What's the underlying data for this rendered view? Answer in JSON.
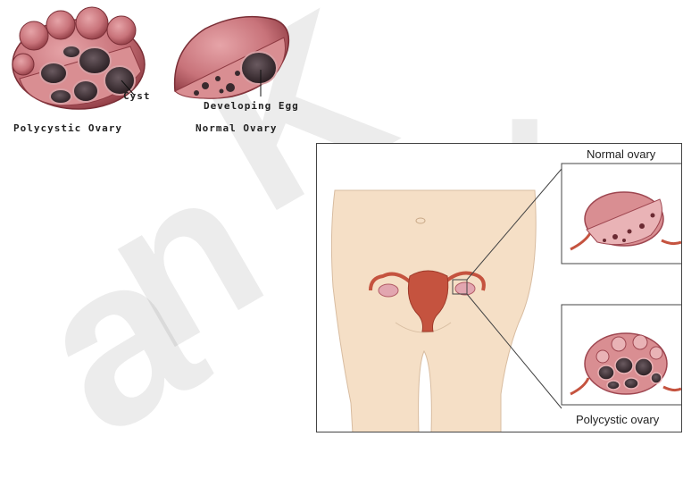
{
  "top_illustration": {
    "polycystic_label": "Polycystic Ovary",
    "normal_label": "Normal Ovary",
    "cyst_label": "Cyst",
    "egg_label": "Developing Egg"
  },
  "anatomy_panel": {
    "normal_inset_label": "Normal ovary",
    "polycystic_inset_label": "Polycystic ovary"
  },
  "watermark": {
    "glyphs": [
      "a",
      "n",
      "K",
      "."
    ]
  },
  "colors": {
    "ovary_tissue": "#c8737a",
    "ovary_dark": "#8e3a42",
    "cyst_fill": "#3a2a2e",
    "skin": "#f5dfc6",
    "uterus": "#c5533f"
  }
}
